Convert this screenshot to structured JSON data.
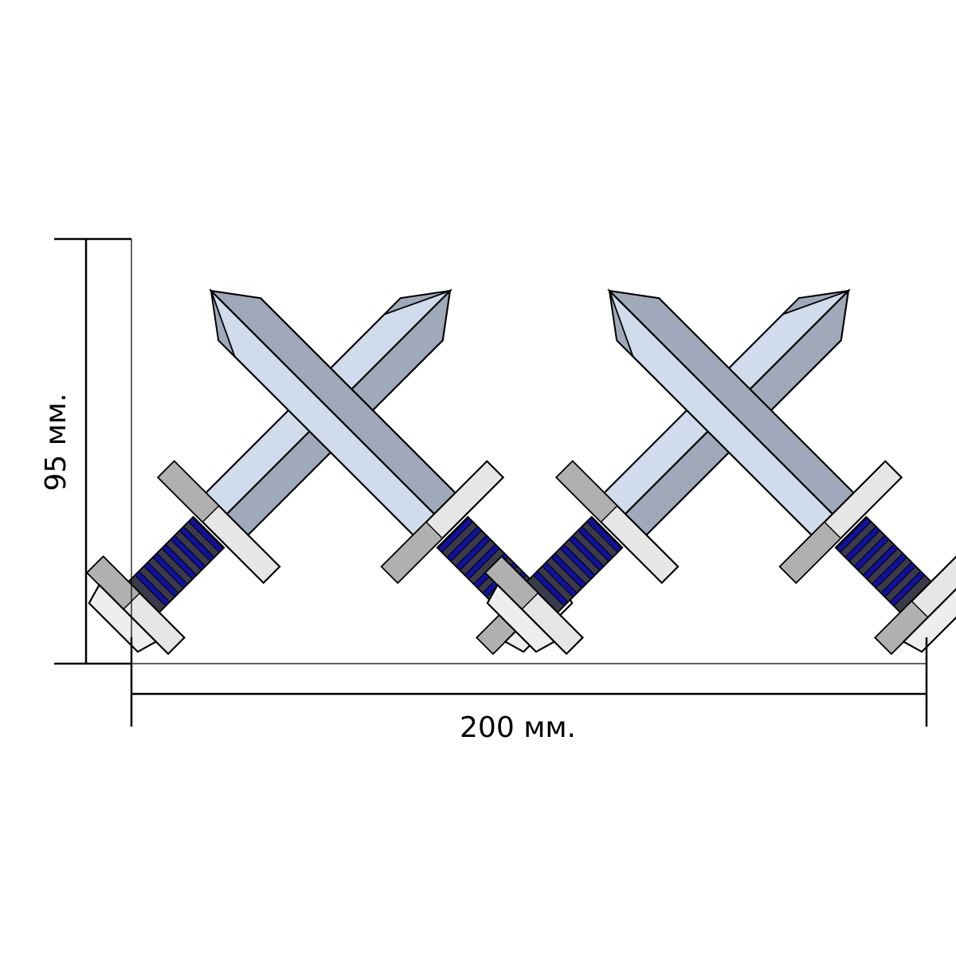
{
  "dimensions": {
    "width_label": "200 мм.",
    "height_label": "95 мм."
  },
  "colors": {
    "blade_light": "#d0dbeb",
    "blade_dark": "#a0a9b9",
    "guard_light": "#e6e6e6",
    "guard_dark": "#b0b0b0",
    "grip_blue": "#11119e",
    "grip_dark": "#3a3a4a",
    "outline": "#000000"
  },
  "sword_pairs": [
    {
      "name": "left-pair"
    },
    {
      "name": "right-pair"
    }
  ]
}
